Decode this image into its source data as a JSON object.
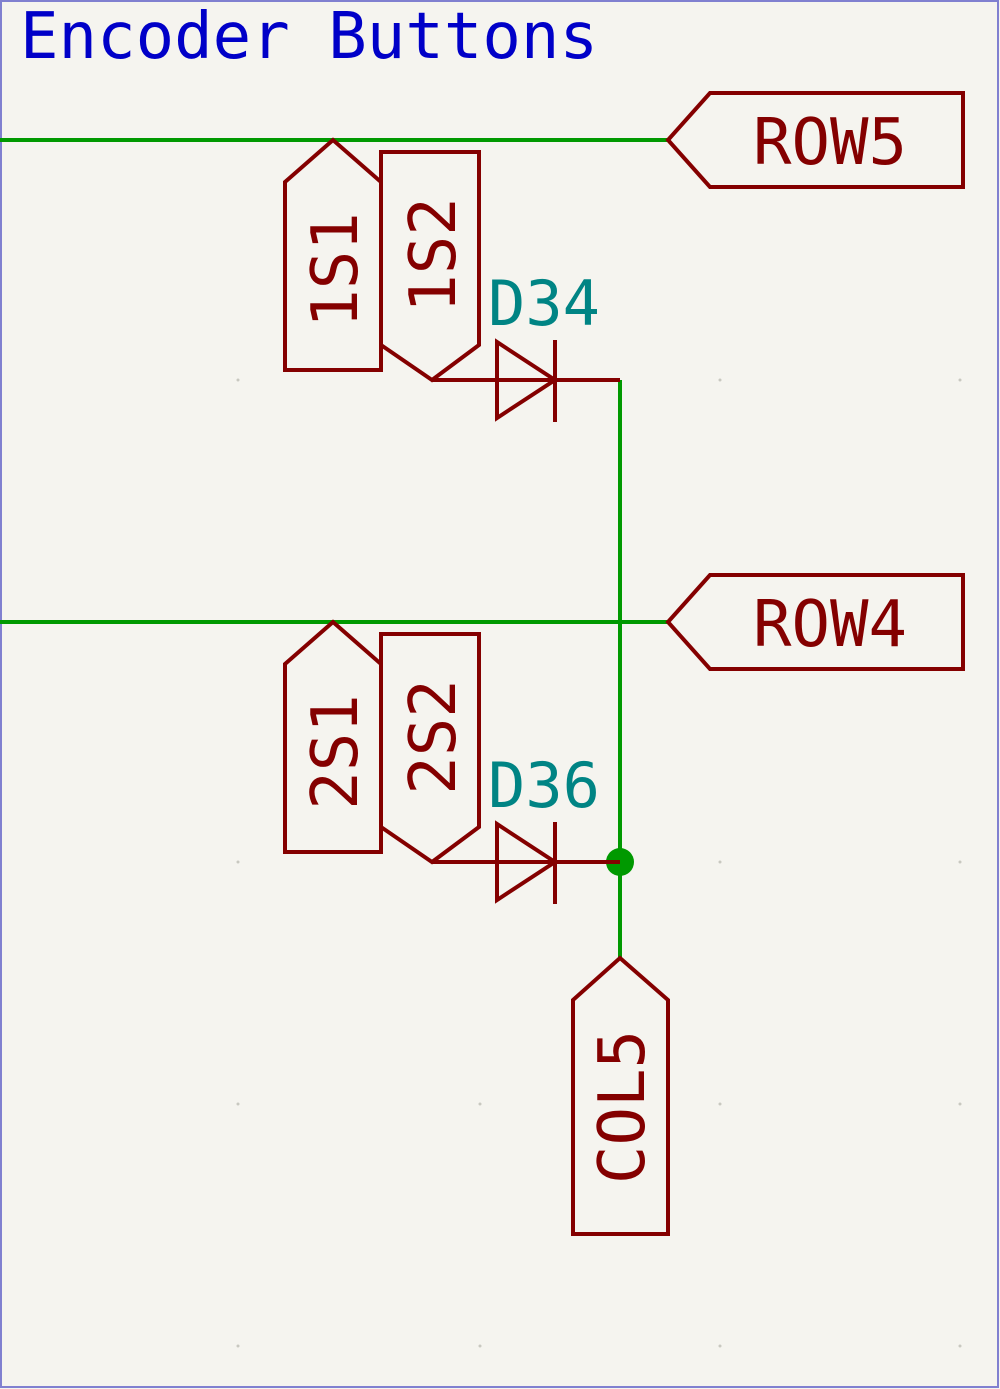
{
  "title": "Encoder Buttons",
  "labels": {
    "row5": "ROW5",
    "row4": "ROW4",
    "col5": "COL5",
    "s1_1": "1S1",
    "s1_2": "1S2",
    "s2_1": "2S1",
    "s2_2": "2S2"
  },
  "diodes": {
    "d34": "D34",
    "d36": "D36"
  },
  "colors": {
    "wire": "#009900",
    "label": "#840000",
    "reference": "#008484",
    "title": "#0000c8",
    "background": "#f5f4ef"
  }
}
